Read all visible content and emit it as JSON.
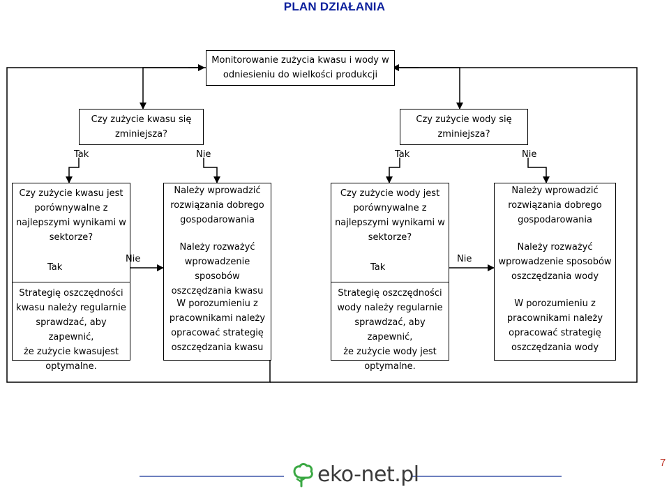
{
  "title": "PLAN DZIAŁANIA",
  "monitor_box": "Monitorowanie zużycia kwasu i wody w\nodniesieniu do wielkości produkcji",
  "acid": {
    "question": "Czy zużycie kwasu się\nzminiejsza?",
    "tak": "Tak",
    "nie": "Nie",
    "compare_box": "Czy zużycie kwasu jest\nporównywalne z\nnajlepszymi wynikami w\nsektorze?",
    "compare_tak": "Tak",
    "compare_nie": "Nie",
    "strategy_box": "Strategię oszczędności\nkwasu należy regularnie\nsprawdzać, aby zapewnić,\nże zużycie kwasujest\noptymalne.",
    "action_box_1": "Należy wprowadzić\nrozwiązania dobrego\ngospodarowania",
    "action_box_2": "Należy rozważyć\nwprowadzenie sposobów\noszczędzania kwasu",
    "action_box_3": "W porozumieniu z\npracownikami należy\nopracować strategię\noszczędzania kwasu"
  },
  "water": {
    "question": "Czy zużycie wody się\nzminiejsza?",
    "tak": "Tak",
    "nie": "Nie",
    "compare_box": "Czy zużycie wody jest\nporównywalne z\nnajlepszymi wynikami w\nsektorze?",
    "compare_tak": "Tak",
    "compare_nie": "Nie",
    "strategy_box": "Strategię oszczędności\nwody należy regularnie\nsprawdzać, aby zapewnić,\nże zużycie wody jest\noptymalne.",
    "action_box_1": "Należy wprowadzić\nrozwiązania dobrego\ngospodarowania",
    "action_box_2": "Należy rozważyć\nwprowadzenie sposobów\noszczędzania wody",
    "action_box_3": "W porozumieniu z\npracownikami należy\nopracować strategię\noszczędzania wody"
  },
  "footer": {
    "logo_text": "eko-net.pl",
    "page_number": "7"
  },
  "colors": {
    "title": "#0b1f9c",
    "page_number": "#c0382b",
    "logo_green": "#3aa843",
    "footer_line": "#3b55a8"
  }
}
